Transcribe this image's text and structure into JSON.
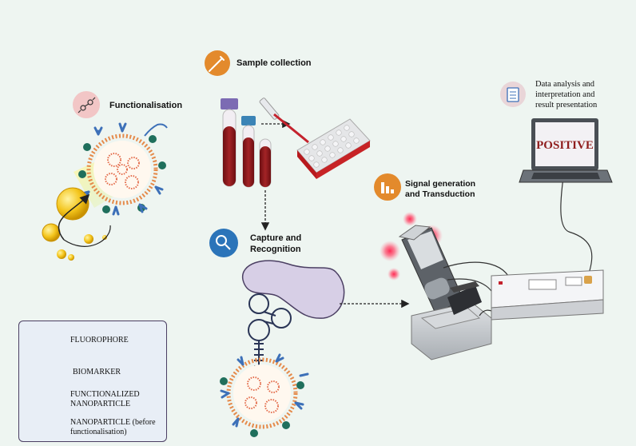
{
  "steps": {
    "functionalisation": "Functionalisation",
    "sample_collection": "Sample collection",
    "capture": [
      "Capture and",
      "Recognition"
    ],
    "signal": [
      "Signal generation",
      "and Transduction"
    ],
    "data": [
      "Data analysis and",
      "interpretation and",
      "result presentation"
    ]
  },
  "screen_text": "POSITIVE",
  "legend": {
    "fluorophore": "FLUOROPHORE",
    "biomarker": "BIOMARKER",
    "functionalized": [
      "FUNCTIONALIZED",
      "NANOPARTICLE"
    ],
    "nanoparticle": [
      "NANOPARTICLE (before",
      "functionalisation)"
    ]
  },
  "colors": {
    "background": "#eef5f1",
    "orange_badge": "#e38a2c",
    "blue_badge": "#2b74b9",
    "pink_badge": "#f2c6c6",
    "blood": "#8e1c1c",
    "biomarker": "#d7cfe6",
    "positive_text": "#8f1d1d",
    "fluorophore": "#f0294d",
    "nanoparticle": "#f2c21c"
  },
  "icons": [
    "flask-icon",
    "syringe-icon",
    "magnifier-icon",
    "bar-chart-icon",
    "document-icon"
  ]
}
